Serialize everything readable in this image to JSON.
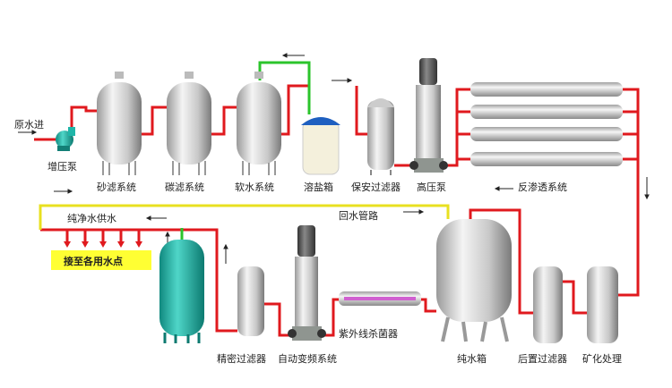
{
  "labels": {
    "raw_water_in": "原水进",
    "booster_pump": "增压泵",
    "sand_filter": "砂滤系统",
    "carbon_filter": "碳滤系统",
    "softener": "软水系统",
    "salt_tank": "溶盐箱",
    "security_filter": "保安过滤器",
    "high_pressure_pump": "高压泵",
    "ro_system": "反渗透系统",
    "pure_water_supply": "纯净水供水",
    "return_pipe": "回水管路",
    "to_use_points": "接至各用水点",
    "precision_filter": "精密过滤器",
    "auto_vfd": "自动变频系统",
    "uv_sterilizer": "紫外线杀菌器",
    "pure_water_tank": "纯水箱",
    "post_filter": "后置过滤器",
    "mineralization": "矿化处理"
  },
  "colors": {
    "pipe_red": "#e0191e",
    "pipe_green": "#2bc42b",
    "pipe_yellow": "#e8e020",
    "teal": "#1fb5a8",
    "uv": "#d060d0",
    "box_yellow": "#ffff33"
  }
}
